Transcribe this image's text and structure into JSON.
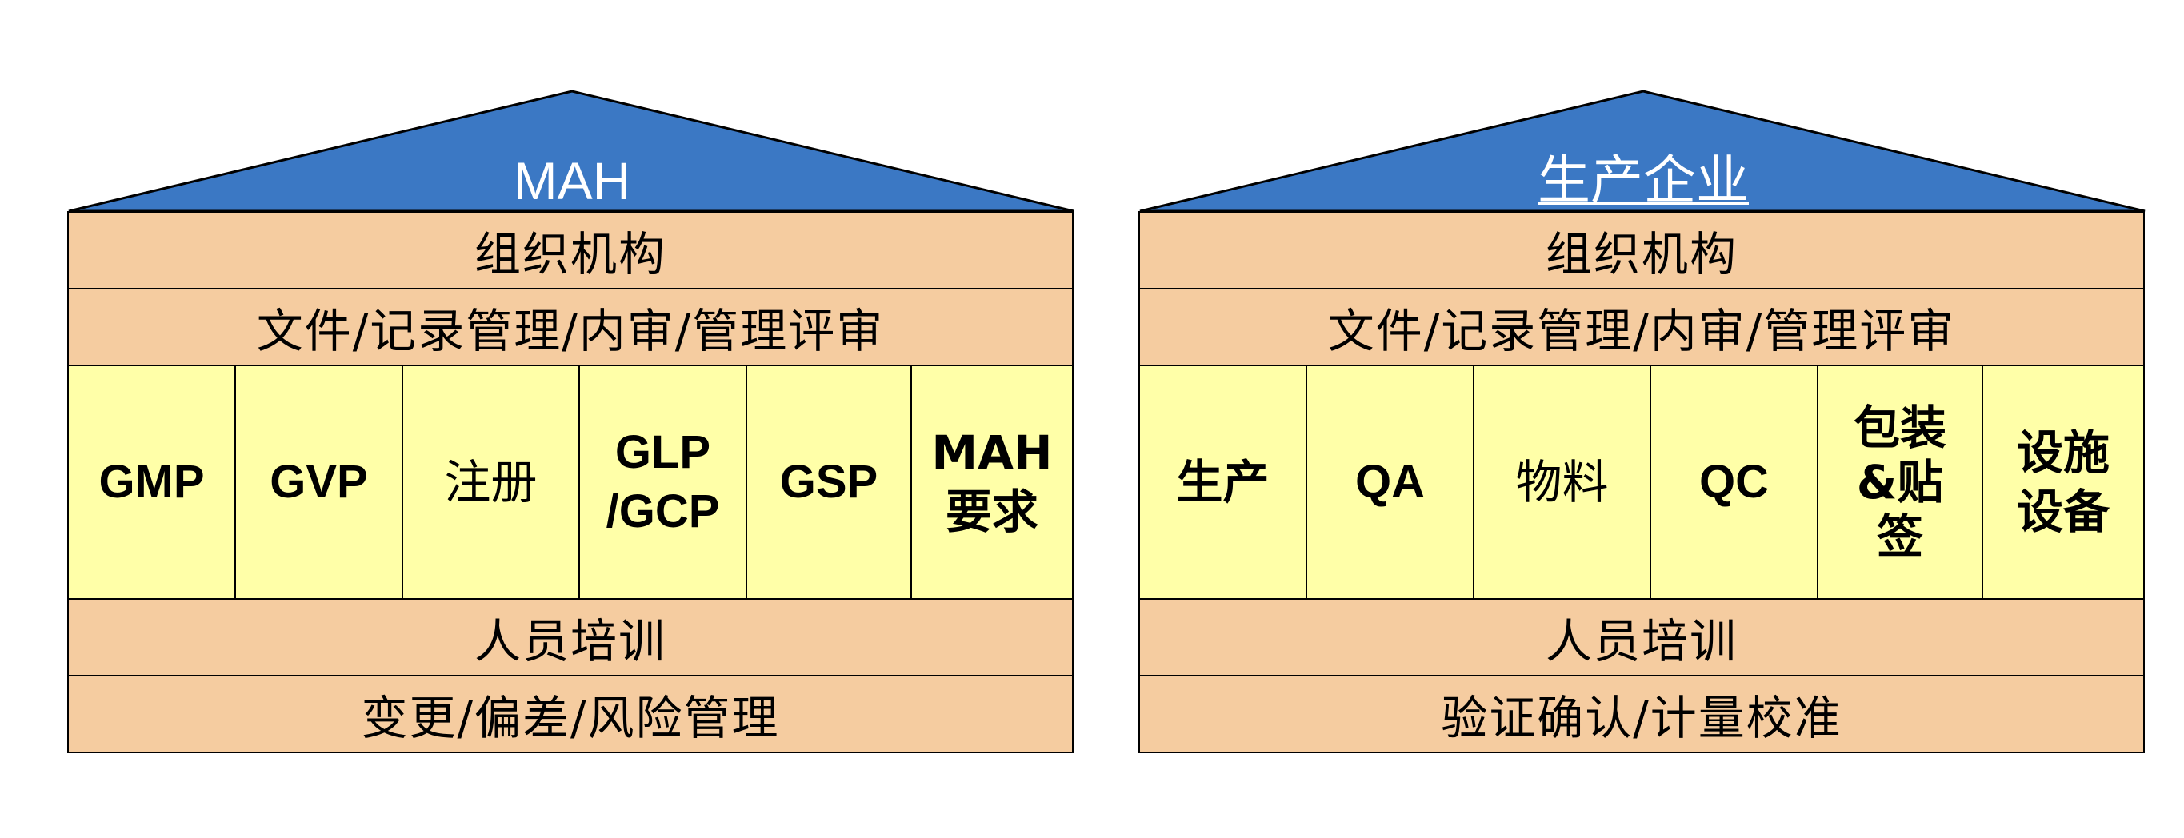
{
  "colors": {
    "roof": "#3b78c4",
    "band": "#f5cca0",
    "pillar": "#ffffa8",
    "outline": "#000000",
    "roof_text": "#ffffff"
  },
  "left_house": {
    "title": "MAH",
    "row1": "组织机构",
    "row2": "文件/记录管理/内审/管理评审",
    "pillars": [
      "GMP",
      "GVP",
      "注册",
      "GLP\n/GCP",
      "GSP",
      "MAH\n要求"
    ],
    "row4": "人员培训",
    "row5": "变更/偏差/风险管理"
  },
  "right_house": {
    "title": "生产企业",
    "row1": "组织机构",
    "row2": "文件/记录管理/内审/管理评审",
    "pillars": [
      "生产",
      "QA",
      "物料",
      "QC",
      "包装\n&贴\n签",
      "设施\n设备"
    ],
    "row4": "人员培训",
    "row5": "验证确认/计量校准"
  }
}
